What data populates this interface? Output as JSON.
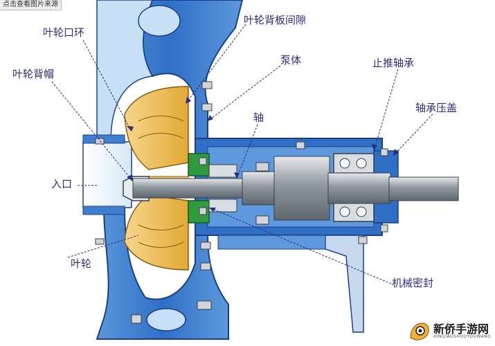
{
  "tooltip": "点击查看图片来源",
  "labels": {
    "impeller_ring": "叶轮口环",
    "impeller_back_gap": "叶轮背板间隙",
    "impeller_cap": "叶轮背帽",
    "pump_body": "泵体",
    "thrust_bearing": "止推轴承",
    "shaft": "轴",
    "bearing_cover": "轴承压盖",
    "inlet": "入口",
    "impeller": "叶轮",
    "mechanical_seal": "机械密封"
  },
  "watermark": {
    "title": "新侨手游网",
    "subtitle": "XINQIAOSHOUYOUWANG"
  },
  "colors": {
    "casing": "#3f7fd0",
    "casing_light": "#c7e0f6",
    "impeller": "#f0c35a",
    "shaft": "#9aa2aa",
    "seal": "#2f9a3e",
    "label_text": "#2a2d7c",
    "leader_line": "#2a2d7c"
  }
}
